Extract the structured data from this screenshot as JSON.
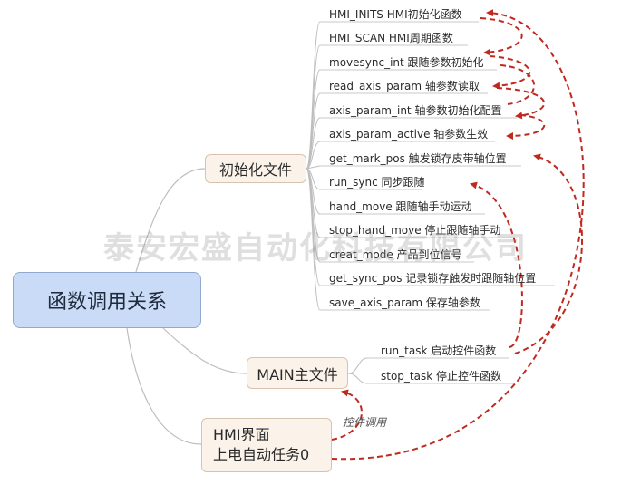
{
  "root": {
    "title": "函数调用关系"
  },
  "branches": {
    "init_file": "初始化文件",
    "main_file": "MAIN主文件",
    "hmi_line1": "HMI界面",
    "hmi_line2": "上电自动任务0"
  },
  "init_items": [
    "HMI_INITS HMI初始化函数",
    "HMI_SCAN HMI周期函数",
    "movesync_int 跟随参数初始化",
    "read_axis_param 轴参数读取",
    "axis_param_int 轴参数初始化配置",
    "axis_param_active 轴参数生效",
    "get_mark_pos 触发锁存皮带轴位置",
    "run_sync 同步跟随",
    "hand_move 跟随轴手动运动",
    "stop_hand_move 停止跟随轴手动",
    "creat_mode 产品到位信号",
    "get_sync_pos 记录锁存触发时跟随轴位置",
    "save_axis_param 保存轴参数"
  ],
  "main_items": [
    "run_task 启动控件函数",
    "stop_task 停止控件函数"
  ],
  "annotation": "控件调用",
  "watermark": "泰安宏盛自动化科技有限公司",
  "colors": {
    "root_fill": "#c9dbf6",
    "branch_fill": "#fbf2e9",
    "arrow": "#c0291f",
    "line": "#bdbdbd"
  }
}
